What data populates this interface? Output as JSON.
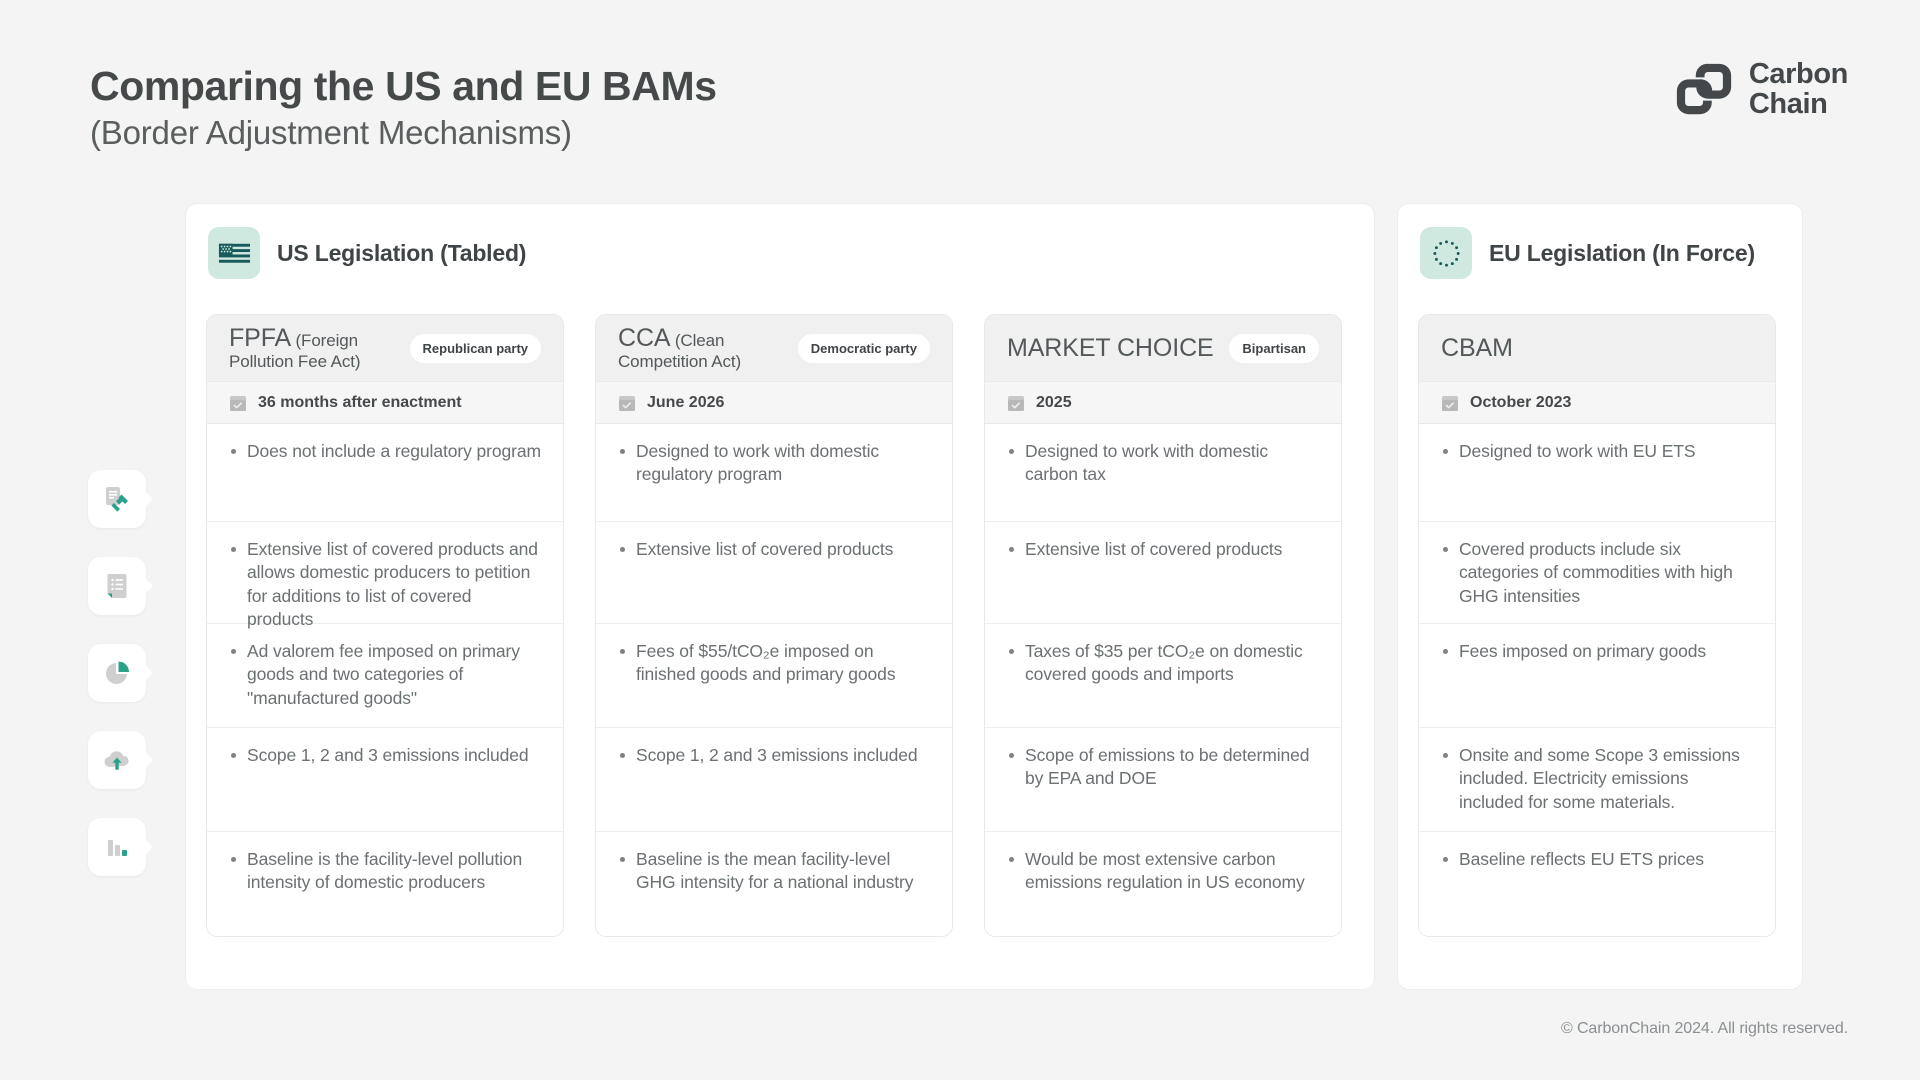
{
  "header": {
    "title": "Comparing the US and EU BAMs",
    "subtitle": "(Border Adjustment Mechanisms)"
  },
  "logo": {
    "line1": "Carbon",
    "line2": "Chain",
    "mark": "chain-link-icon"
  },
  "rail": {
    "items": [
      {
        "icon": "legislation-gavel-icon"
      },
      {
        "icon": "document-list-icon"
      },
      {
        "icon": "pie-chart-icon"
      },
      {
        "icon": "cloud-upload-icon"
      },
      {
        "icon": "bar-chart-icon"
      }
    ]
  },
  "panels": [
    {
      "id": "us",
      "icon": "us-flag-icon",
      "title": "US Legislation (Tabled)",
      "cards": [
        {
          "abbr": "FPFA",
          "full": "(Foreign Pollution Fee Act)",
          "badge": "Republican party",
          "date": "36 months after enactment",
          "bullets": [
            "Does not include a regulatory program",
            "Extensive list of covered products and allows domestic producers to petition for additions to list of covered products",
            "Ad valorem fee imposed on primary goods and two categories of \"manufactured goods\"",
            "Scope 1, 2 and 3 emissions included",
            "Baseline is the facility-level pollution intensity of domestic producers"
          ]
        },
        {
          "abbr": "CCA",
          "full": "(Clean Competition Act)",
          "badge": "Democratic party",
          "date": "June 2026",
          "bullets": [
            "Designed to work with domestic regulatory program",
            "Extensive list of covered products",
            "Fees of $55/tCO₂e imposed on finished goods and primary goods",
            "Scope 1, 2 and 3 emissions included",
            "Baseline is the mean facility-level GHG intensity for a national industry"
          ]
        },
        {
          "abbr": "MARKET CHOICE",
          "full": "",
          "badge": "Bipartisan",
          "date": "2025",
          "bullets": [
            "Designed to work with domestic carbon tax",
            "Extensive list of covered products",
            "Taxes of $35 per tCO₂e on domestic covered goods and imports",
            "Scope of emissions to be determined by EPA and DOE",
            "Would be most extensive carbon emissions regulation in US economy"
          ]
        }
      ]
    },
    {
      "id": "eu",
      "icon": "eu-stars-icon",
      "title": "EU Legislation (In Force)",
      "cards": [
        {
          "abbr": "CBAM",
          "full": "",
          "badge": "",
          "date": "October 2023",
          "bullets": [
            "Designed to work with EU ETS",
            "Covered products include six categories of commodities with high GHG intensities",
            "Fees imposed on primary goods",
            "Onsite and some Scope 3 emissions included. Electricity emissions included for some materials.",
            "Baseline reflects EU ETS prices"
          ]
        }
      ]
    }
  ],
  "footer": {
    "text": "© CarbonChain 2024. All rights reserved."
  },
  "colors": {
    "background": "#f4f4f4",
    "accent_teal": "#2aa18a",
    "accent_mint": "#cfe8e0",
    "text_dark": "#45494a",
    "text_body": "#6b7072",
    "card_head": "#f0f0f0"
  }
}
